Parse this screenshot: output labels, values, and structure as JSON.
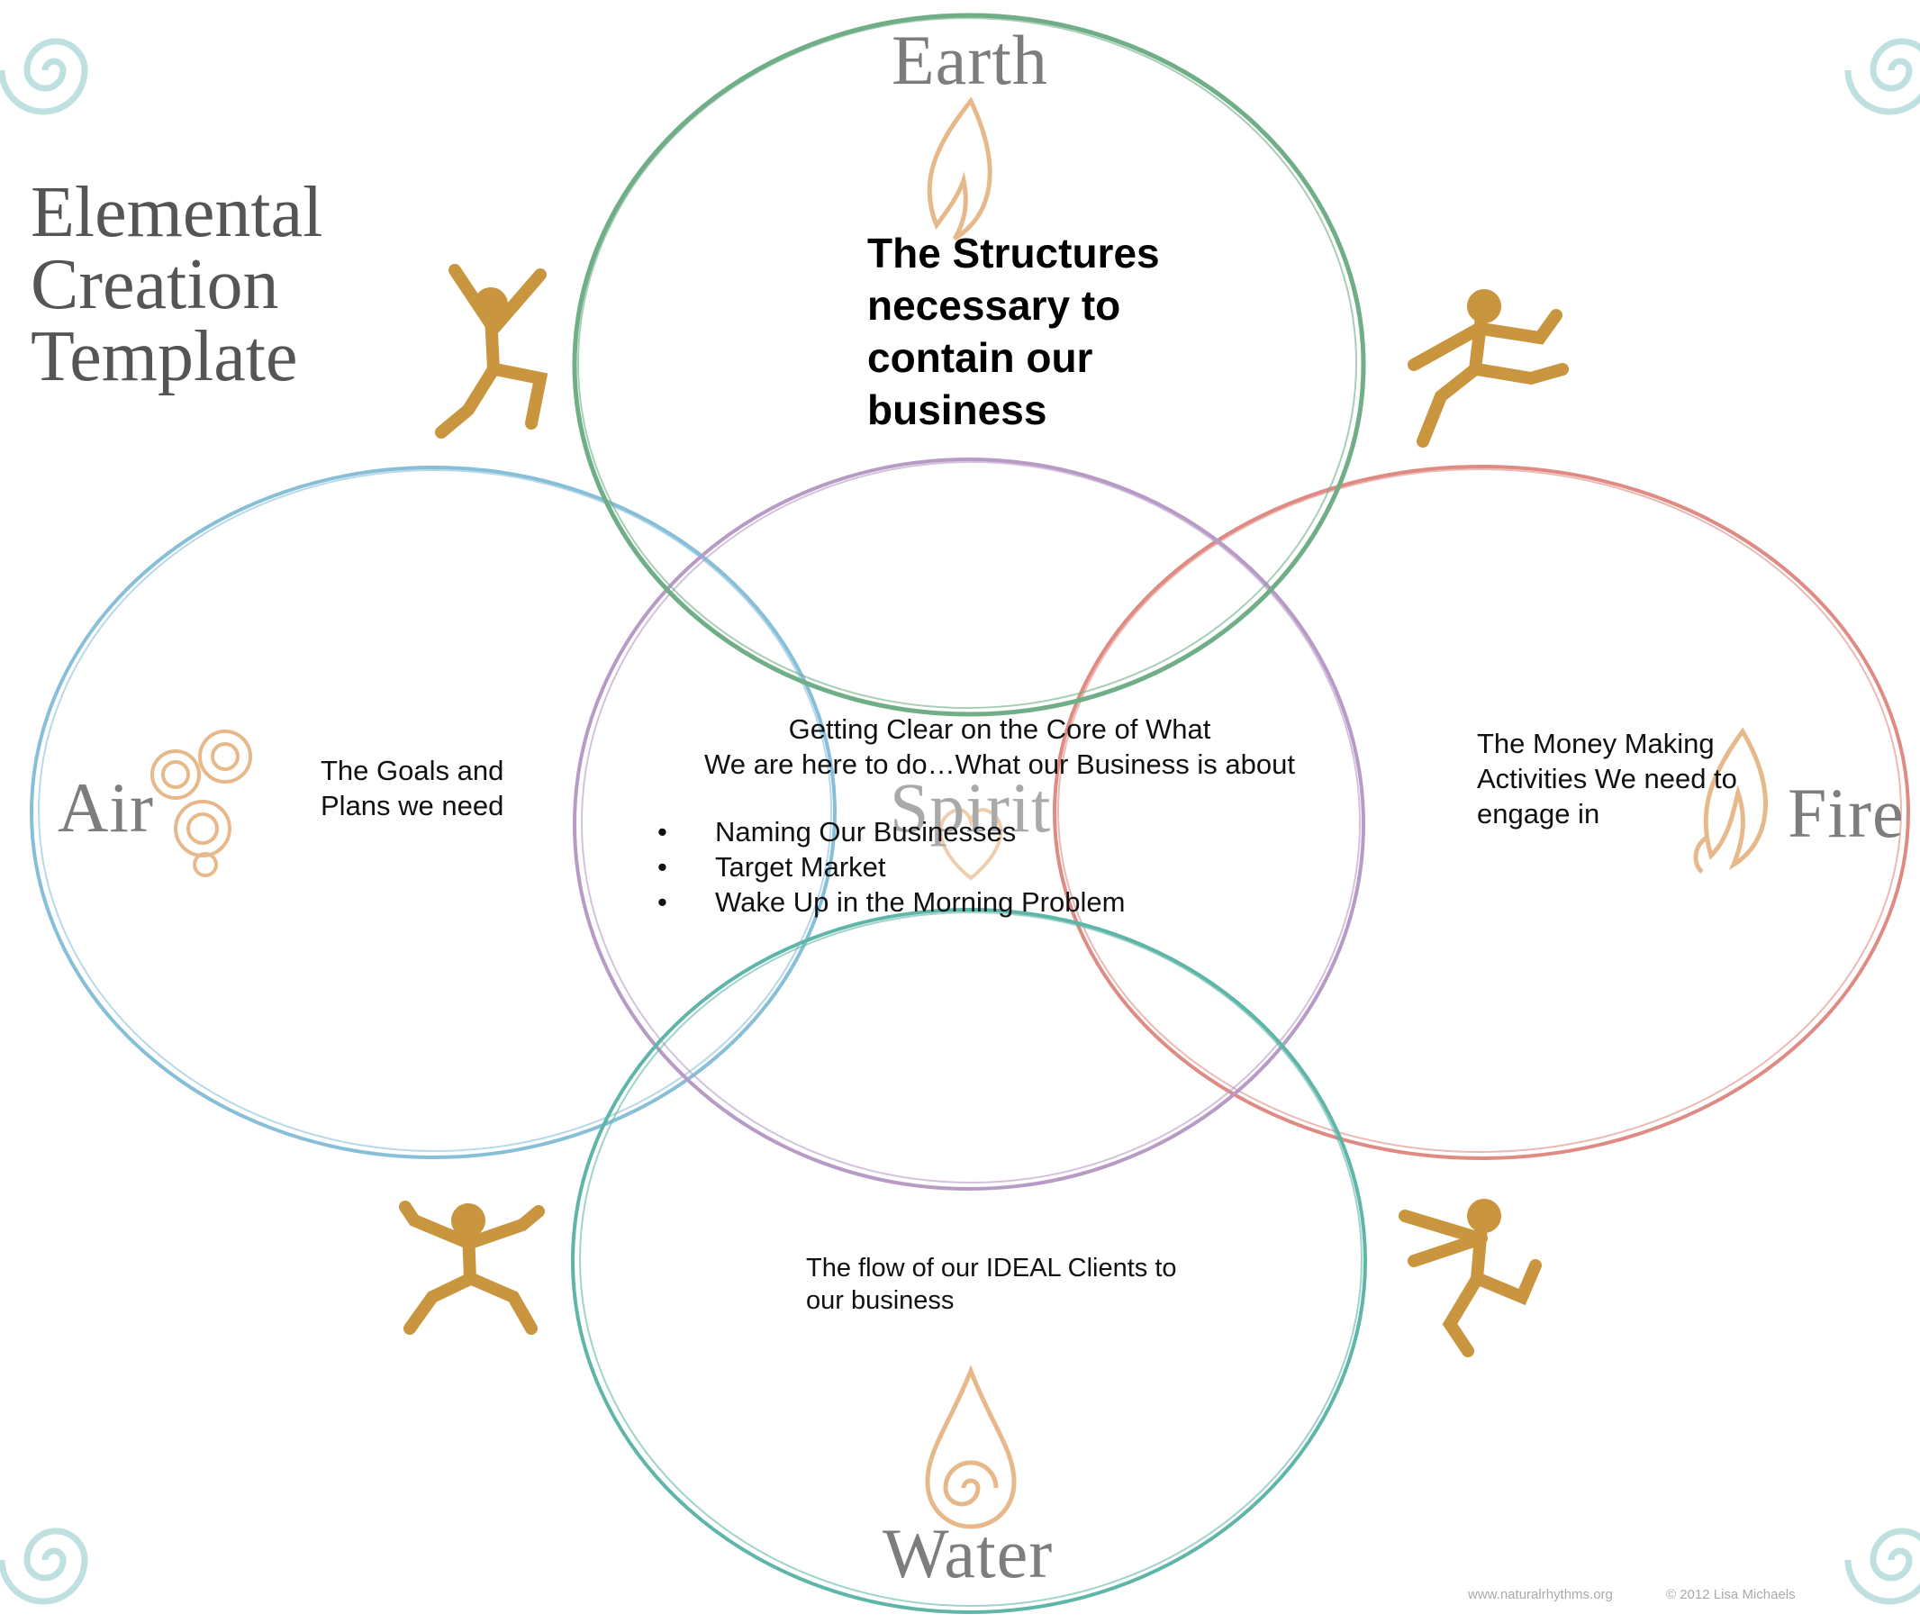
{
  "title": "Elemental\nCreation\nTemplate",
  "elements": {
    "earth": "Earth",
    "air": "Air",
    "spirit": "Spirit",
    "fire": "Fire",
    "water": "Water"
  },
  "descriptions": {
    "earth": "The Structures necessary to contain our business",
    "air": "The Goals and Plans we need",
    "fire": "The Money Making Activities We need to engage in",
    "water": "The flow of our IDEAL Clients to our business",
    "spirit_heading_line1": "Getting Clear on the Core of What",
    "spirit_heading_line2": "We are here to do…What our Business is about",
    "spirit_items": [
      "Naming Our Businesses",
      "Target Market",
      "Wake Up in the Morning Problem"
    ]
  },
  "footer": {
    "website": "www.naturalrhythms.org",
    "copyright": "© 2012 Lisa Michaels"
  },
  "colors": {
    "earth_ring": "#6fae86",
    "air_ring": "#88bfd8",
    "spirit_ring": "#b79ac6",
    "fire_ring": "#df8b83",
    "water_ring": "#5fb5a8",
    "figure": "#c9953f",
    "symbol": "#e7b98a",
    "spiral": "#a9d6d6"
  }
}
